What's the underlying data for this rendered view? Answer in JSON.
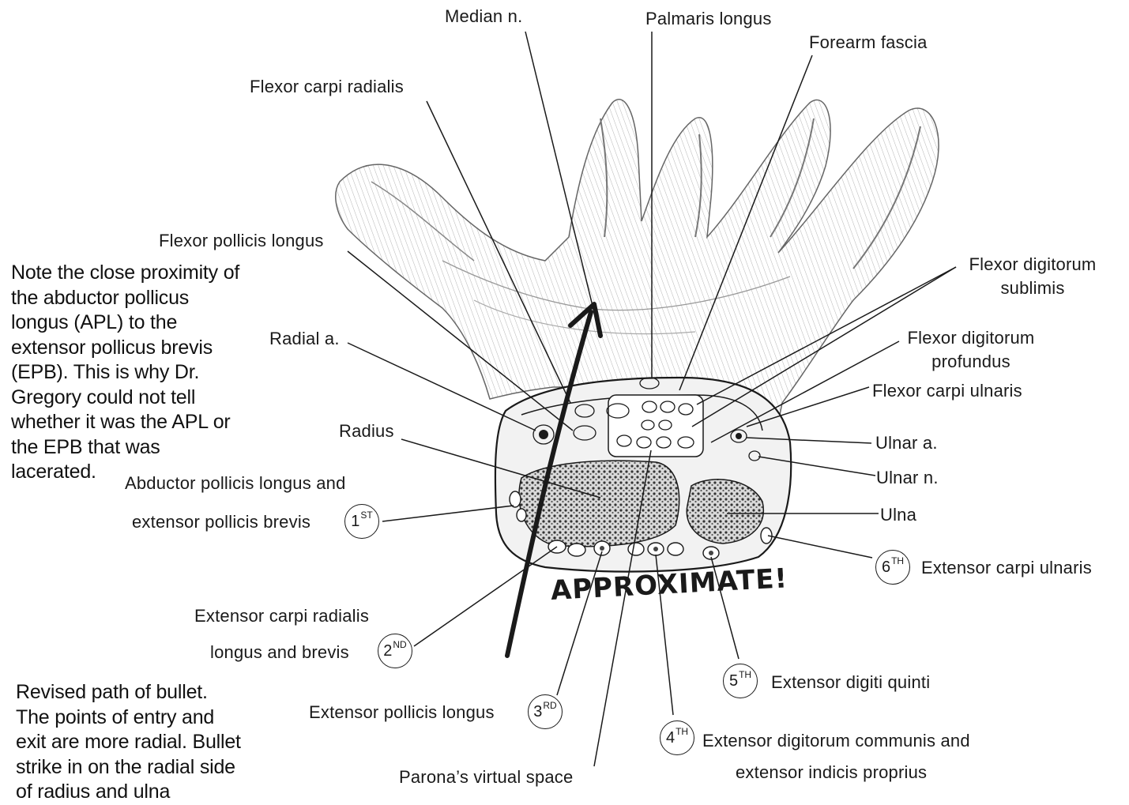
{
  "labels": {
    "median_n": "Median n.",
    "palmaris_longus": "Palmaris longus",
    "forearm_fascia": "Forearm fascia",
    "flexor_carpi_radialis": "Flexor carpi radialis",
    "flexor_pollicis_longus": "Flexor pollicis longus",
    "flexor_digitorum_sublimis_1": "Flexor digitorum",
    "flexor_digitorum_sublimis_2": "sublimis",
    "radial_a": "Radial a.",
    "flexor_digitorum_profundus_1": "Flexor digitorum",
    "flexor_digitorum_profundus_2": "profundus",
    "flexor_carpi_ulnaris": "Flexor carpi ulnaris",
    "radius": "Radius",
    "ulnar_a": "Ulnar a.",
    "ulnar_n": "Ulnar n.",
    "ulna": "Ulna",
    "apl_epb_1": "Abductor pollicis longus and",
    "apl_epb_2": "extensor pollicis brevis",
    "extensor_carpi_ulnaris": "Extensor carpi ulnaris",
    "ecrl_ecrb_1": "Extensor carpi radialis",
    "ecrl_ecrb_2": "longus and brevis",
    "extensor_digiti_quinti": "Extensor digiti quinti",
    "extensor_pollicis_longus": "Extensor pollicis longus",
    "edc_eip_1": "Extensor digitorum communis and",
    "edc_eip_2": "extensor indicis proprius",
    "paronas_space": "Parona’s virtual space"
  },
  "compartments": {
    "c1": {
      "num": "1",
      "sup": "ST"
    },
    "c2": {
      "num": "2",
      "sup": "ND"
    },
    "c3": {
      "num": "3",
      "sup": "RD"
    },
    "c4": {
      "num": "4",
      "sup": "TH"
    },
    "c5": {
      "num": "5",
      "sup": "TH"
    },
    "c6": {
      "num": "6",
      "sup": "TH"
    }
  },
  "annotation": "APPROXIMATE!",
  "note_proximity": [
    "Note the close proximity of",
    "the abductor pollicus",
    "longus (APL) to the",
    "extensor pollicus brevis",
    "(EPB).  This is why Dr.",
    "Gregory could not tell",
    "whether it was the APL or",
    "the EPB that was",
    "lacerated."
  ],
  "note_bullet": [
    "Revised path of bullet.",
    "The points of entry and",
    "exit are more radial.  Bullet",
    "strike in on the radial side",
    "of radius and ulna"
  ],
  "colors": {
    "ink": "#1a1a1a",
    "paper": "#ffffff",
    "shade": "#8a8a8a"
  }
}
